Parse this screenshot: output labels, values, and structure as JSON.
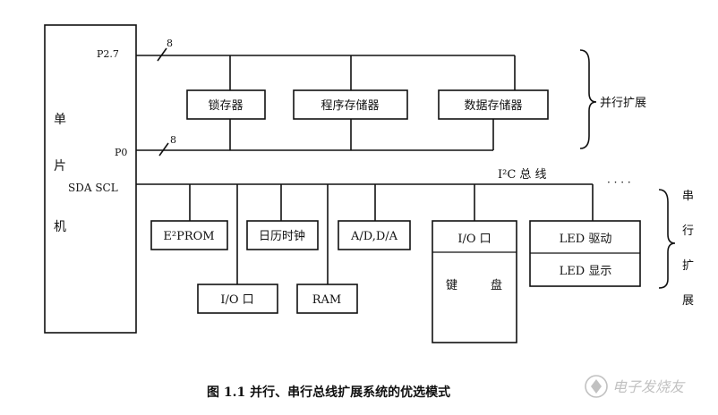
{
  "mcu": {
    "label_1": "单",
    "label_2": "片",
    "label_3": "机",
    "port_p2": "P2.7",
    "port_p0": "P0",
    "pins": "SDA SCL"
  },
  "parallel_bus": {
    "width_top": "8",
    "width_bottom": "8",
    "modules": [
      "锁存器",
      "程序存储器",
      "数据存储器"
    ],
    "side_label": "并行扩展"
  },
  "serial_bus": {
    "bus_label": "I²C 总 线",
    "ellipsis": "· · · ·",
    "modules": {
      "eeprom": "E²PROM",
      "clock": "日历时钟",
      "adda": "A/D,D/A",
      "io_low": "I/O 口",
      "ram": "RAM",
      "io_kbd": "I/O 口",
      "kbd_left": "键",
      "kbd_right": "盘",
      "led_drive": "LED 驱动",
      "led_display": "LED 显示"
    },
    "side_label": [
      "串",
      "行",
      "扩",
      "展"
    ]
  },
  "caption": "图 1.1   并行、串行总线扩展系统的优选模式",
  "watermark": "电子发烧友"
}
